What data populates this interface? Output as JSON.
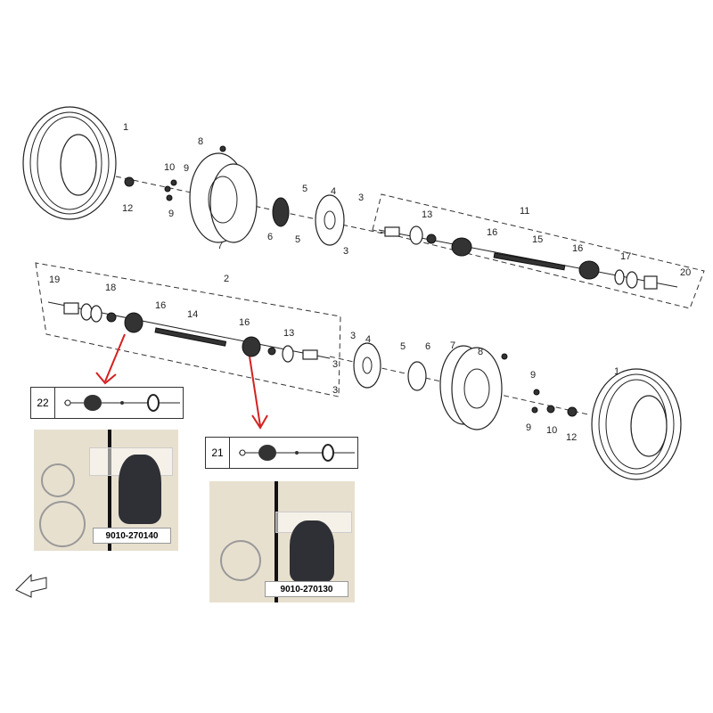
{
  "callouts": [
    "1",
    "8",
    "10",
    "9",
    "9",
    "12",
    "7",
    "6",
    "5",
    "5",
    "4",
    "3",
    "3",
    "13",
    "11",
    "16",
    "15",
    "16",
    "17",
    "20",
    "2",
    "19",
    "18",
    "16",
    "14",
    "16",
    "13",
    "3",
    "4",
    "5",
    "6",
    "7",
    "8",
    "3",
    "3",
    "9",
    "9",
    "10",
    "12",
    "1"
  ],
  "kits": [
    {
      "number": "22",
      "part_number": "9010-270140"
    },
    {
      "number": "21",
      "part_number": "9010-270130"
    }
  ],
  "colors": {
    "arrow": "#d42020",
    "photo_bg": "#e8e0cf",
    "boot": "#2e3036"
  },
  "icons": [
    "front-direction-arrow-icon"
  ]
}
